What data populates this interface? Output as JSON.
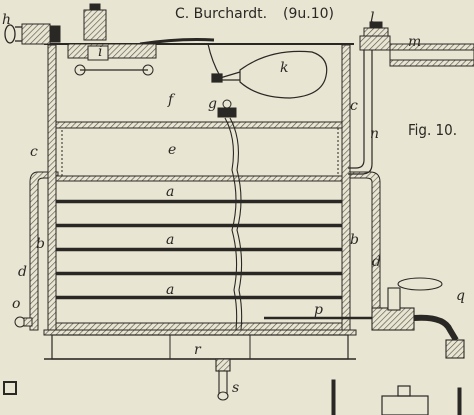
{
  "header": {
    "author": "C. Burchardt.",
    "ref": "(9u.10)"
  },
  "figure_label": "Fig. 10.",
  "labels": {
    "h": "h",
    "i": "i",
    "k": "k",
    "l": "l",
    "m": "m",
    "f": "f",
    "g": "g",
    "c_left": "c",
    "c_right": "c",
    "e": "e",
    "n": "n",
    "a1": "a",
    "a2": "a",
    "a3": "a",
    "b_left": "b",
    "b_right": "b",
    "d_left": "d",
    "d_right": "d",
    "o": "o",
    "p": "p",
    "q": "q",
    "r": "r",
    "s": "s"
  },
  "colors": {
    "paper": "#e9e5d3",
    "ink": "#2a2824",
    "hatch": "#5a564c"
  }
}
